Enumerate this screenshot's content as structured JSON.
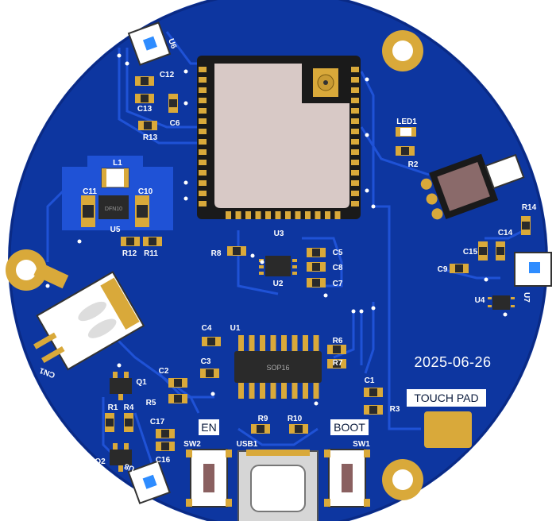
{
  "date_code": "2025-06-26",
  "touch_pad_label": "TOUCH PAD",
  "button_labels": {
    "en": "EN",
    "boot": "BOOT"
  },
  "chip_marking": "SOP16",
  "module_marking": "DFN10",
  "colors": {
    "board": "#0d36a0",
    "trace": "#1c4fd0",
    "gold": "#d9a93a",
    "solder_mask_edge": "#0a2a85",
    "shield": "#d8c9c6"
  },
  "designators": {
    "U1": "U1",
    "U2": "U2",
    "U3": "U3",
    "U4": "U4",
    "U5": "U5",
    "U6": "U6",
    "U7": "U7",
    "U8": "U8",
    "C1": "C1",
    "C2": "C2",
    "C3": "C3",
    "C4": "C4",
    "C5": "C5",
    "C6": "C6",
    "C7": "C7",
    "C8": "C8",
    "C9": "C9",
    "C10": "C10",
    "C11": "C11",
    "C12": "C12",
    "C13": "C13",
    "C14": "C14",
    "C15": "C15",
    "C16": "C16",
    "C17": "C17",
    "R1": "R1",
    "R2": "R2",
    "R3": "R3",
    "R4": "R4",
    "R5": "R5",
    "R6": "R6",
    "R7": "R7",
    "R8": "R8",
    "R9": "R9",
    "R10": "R10",
    "R11": "R11",
    "R12": "R12",
    "R13": "R13",
    "R14": "R14",
    "L1": "L1",
    "LED1": "LED1",
    "Q1": "Q1",
    "Q2": "Q2",
    "SW1": "SW1",
    "SW2": "SW2",
    "USB1": "USB1",
    "CN1": "CN1"
  }
}
